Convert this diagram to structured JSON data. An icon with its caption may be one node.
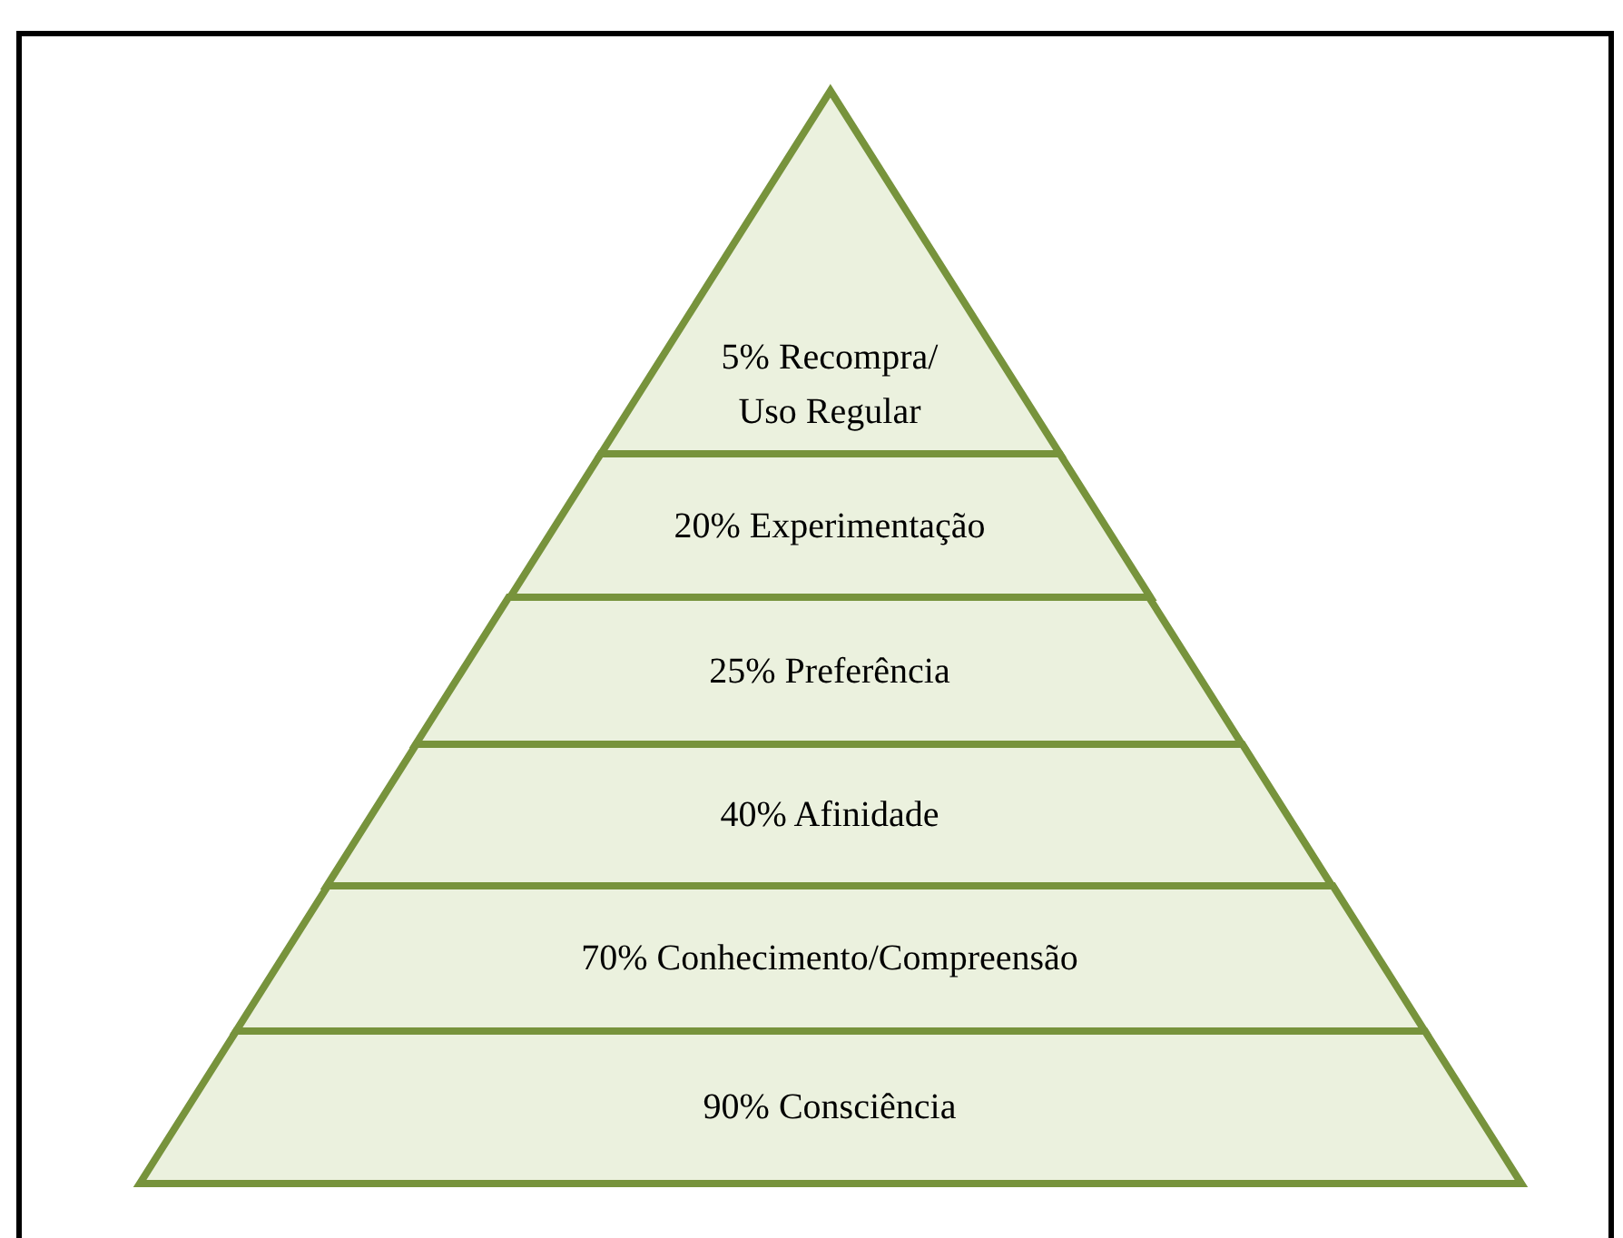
{
  "diagram": {
    "nodes": [
      {
        "text": [
          "5% Recompra/ Uso Regular"
        ]
      },
      {
        "text": [
          "20% Experimentação"
        ]
      },
      {
        "text": [
          "25% Preferência"
        ]
      },
      {
        "text": [
          "40% Afinidade"
        ]
      },
      {
        "text": [
          "70% Conhecimento/Compreensão"
        ]
      },
      {
        "text": [
          "90% Consciência"
        ]
      }
    ]
  }
}
